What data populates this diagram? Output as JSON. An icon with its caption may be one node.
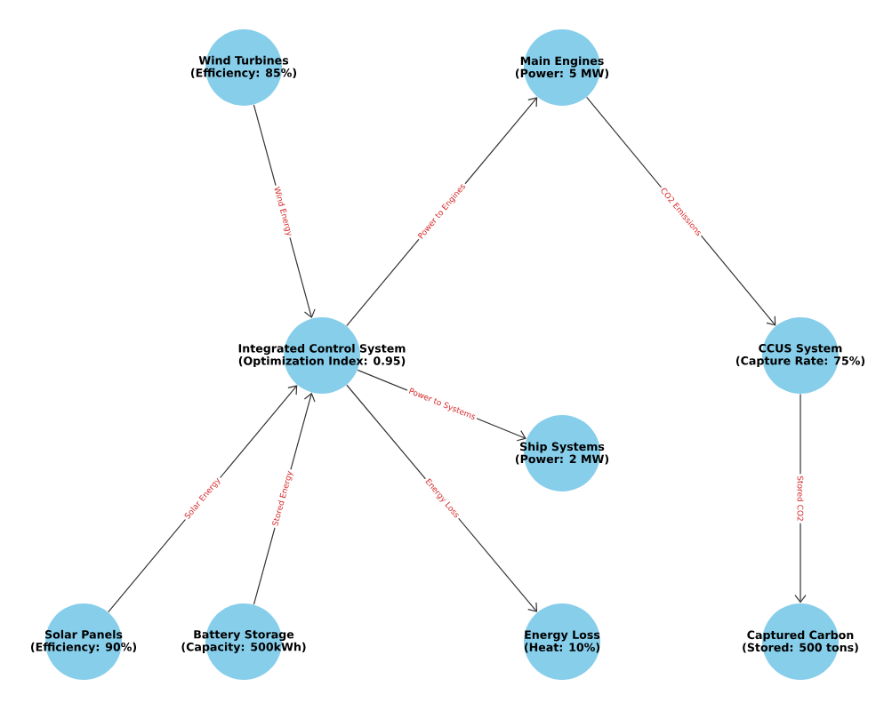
{
  "diagram": {
    "nodes": [
      {
        "text": [
          "Wind Turbines",
          "(Efficiency: 85%)"
        ]
      },
      {
        "text": [
          "Main Engines",
          "(Power: 5 MW)"
        ]
      },
      {
        "text": [
          "Integrated Control System",
          "(Optimization Index: 0.95)"
        ]
      },
      {
        "text": [
          "CCUS System",
          "(Capture Rate: 75%)"
        ]
      },
      {
        "text": [
          "Ship Systems",
          "(Power: 2 MW)"
        ]
      },
      {
        "text": [
          "Solar Panels",
          "(Efficiency: 90%)"
        ]
      },
      {
        "text": [
          "Battery Storage",
          "(Capacity: 500kWh)"
        ]
      },
      {
        "text": [
          "Energy Loss",
          "(Heat: 10%)"
        ]
      },
      {
        "text": [
          "Captured Carbon",
          "(Stored: 500 tons)"
        ]
      }
    ],
    "edges": [
      {
        "from": 0,
        "to": 2,
        "arrow": "to",
        "label": "Wind Energy"
      },
      {
        "from": 2,
        "to": 1,
        "arrow": "to",
        "label": "Power to Engines"
      },
      {
        "from": 1,
        "to": 3,
        "arrow": "to",
        "label": "CO2 Emissions"
      },
      {
        "from": 2,
        "to": 4,
        "arrow": "to",
        "label": "Power to Systems"
      },
      {
        "from": 2,
        "to": 7,
        "arrow": "to",
        "label": "Energy Loss"
      },
      {
        "from": 5,
        "to": 2,
        "arrow": "to",
        "label": "Solar Energy"
      },
      {
        "from": 6,
        "to": 2,
        "arrow": "to",
        "label": "Stored Energy"
      },
      {
        "from": 3,
        "to": 8,
        "arrow": "to",
        "label": "Stored CO2"
      }
    ]
  }
}
